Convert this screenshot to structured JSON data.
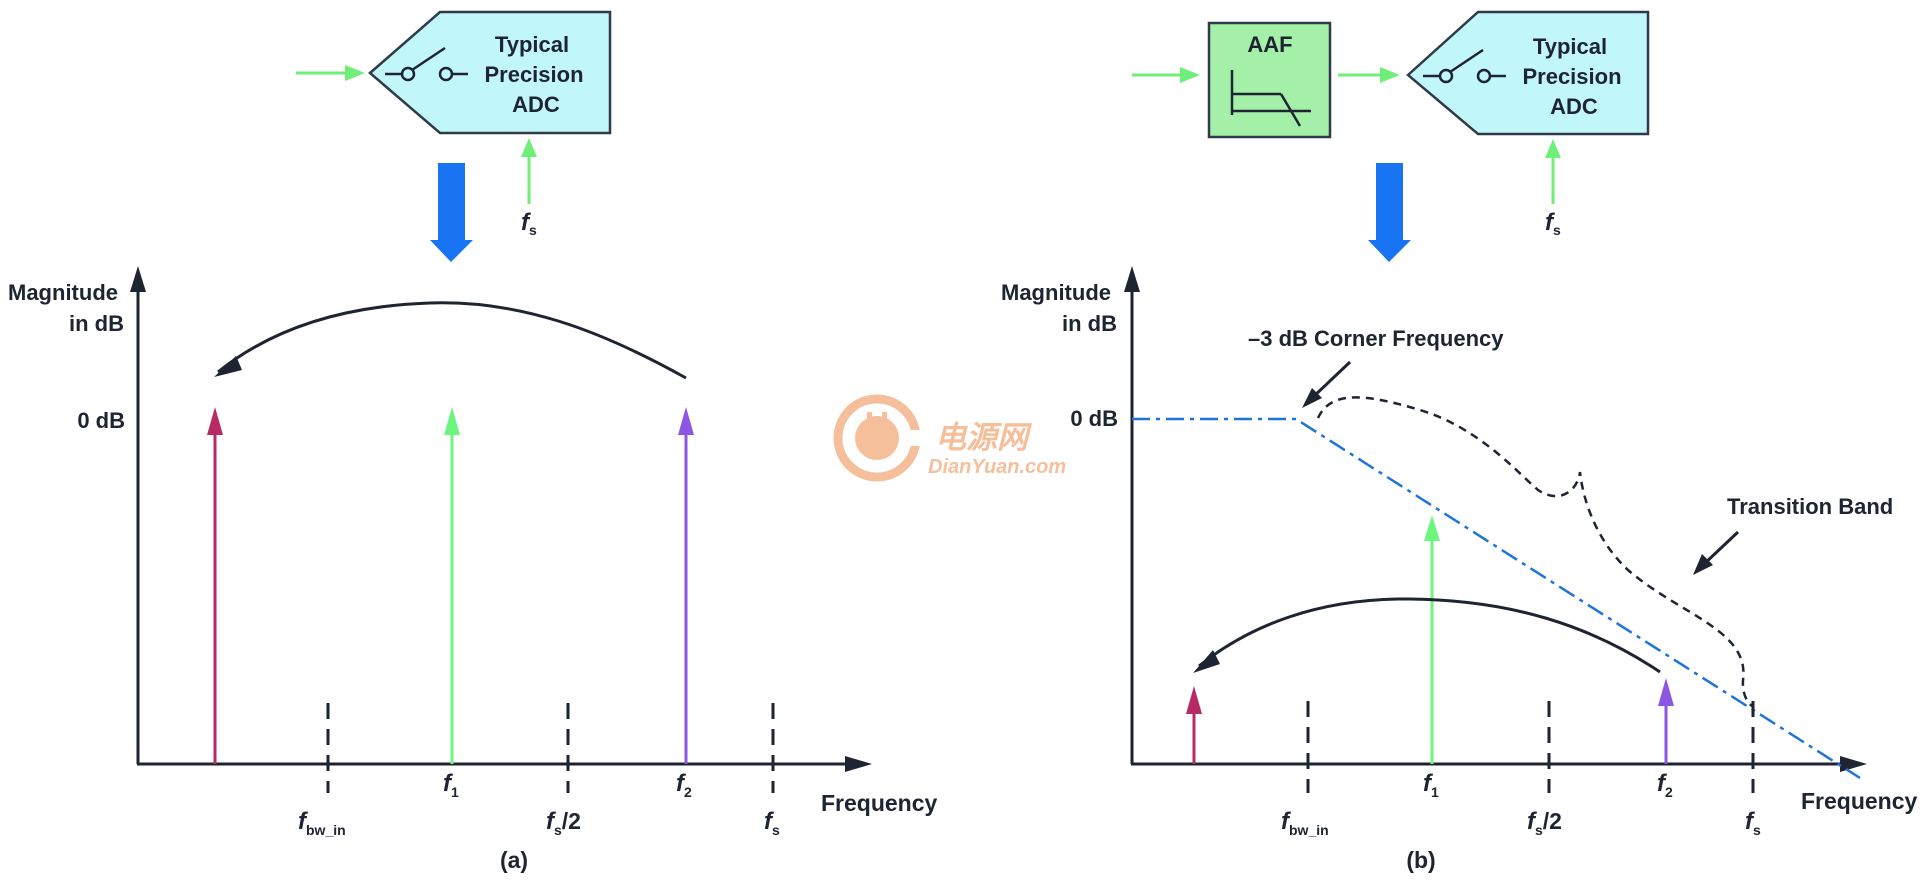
{
  "panel_a": {
    "adc_block": {
      "line1": "Typical",
      "line2": "Precision",
      "line3": "ADC"
    },
    "clock_label": {
      "base": "f",
      "sub": "s"
    },
    "y_axis": {
      "line1": "Magnitude",
      "line2": "in dB"
    },
    "level_0db": "0 dB",
    "x_axis_label": "Frequency",
    "markers": {
      "f_bw_in": {
        "base": "f",
        "sub": "bw_in"
      },
      "f1": {
        "base": "f",
        "sub": "1"
      },
      "fs_half": {
        "base": "f",
        "sub": "s",
        "rest": "/2"
      },
      "f2": {
        "base": "f",
        "sub": "2"
      },
      "fs": {
        "base": "f",
        "sub": "s"
      }
    },
    "caption": "(a)"
  },
  "panel_b": {
    "aaf_block": {
      "label": "AAF"
    },
    "adc_block": {
      "line1": "Typical",
      "line2": "Precision",
      "line3": "ADC"
    },
    "clock_label": {
      "base": "f",
      "sub": "s"
    },
    "y_axis": {
      "line1": "Magnitude",
      "line2": "in dB"
    },
    "level_0db": "0 dB",
    "x_axis_label": "Frequency",
    "corner_annotation": "–3 dB Corner Frequency",
    "transition_annotation": "Transition Band",
    "markers": {
      "f_bw_in": {
        "base": "f",
        "sub": "bw_in"
      },
      "f1": {
        "base": "f",
        "sub": "1"
      },
      "fs_half": {
        "base": "f",
        "sub": "s",
        "rest": "/2"
      },
      "f2": {
        "base": "f",
        "sub": "2"
      },
      "fs": {
        "base": "f",
        "sub": "s"
      }
    },
    "caption": "(b)"
  },
  "watermark": {
    "cn": "电源网",
    "en": "DianYuan.com"
  },
  "colors": {
    "adc_fill": "#c2f7fa",
    "aaf_fill": "#a4f0a9",
    "block_stroke": "#2f3a4a",
    "input_arrow": "#6fef7a",
    "signal_arrow": "#1874f2",
    "tone_magenta": "#b82a63",
    "tone_green": "#6ef67c",
    "tone_violet": "#8c55e3",
    "filter_curve": "#1e74d8",
    "axis": "#1e2432",
    "watermark": "#f5b58a"
  }
}
